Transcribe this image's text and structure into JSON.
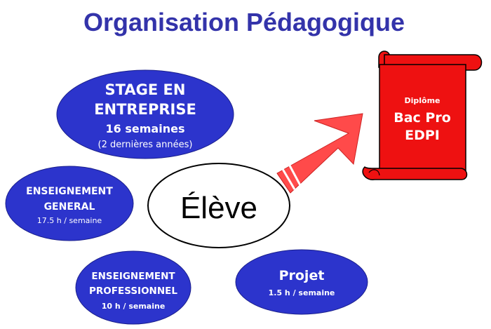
{
  "title": "Organisation Pédagogique",
  "colors": {
    "title": "#3333aa",
    "bubble": "#2c34cc",
    "arrow": "#ff4a4a",
    "scroll": "#ee1111"
  },
  "stage": {
    "line1": "STAGE EN",
    "line2": "ENTREPRISE",
    "line3": "16 semaines",
    "line4": "(2 dernières années)"
  },
  "general": {
    "line1": "ENSEIGNEMENT",
    "line2": "GENERAL",
    "line3": "17.5 h / semaine"
  },
  "center": {
    "label": "Élève"
  },
  "professionnel": {
    "line1": "ENSEIGNEMENT",
    "line2": "PROFESSIONNEL",
    "line3": "10 h / semaine"
  },
  "projet": {
    "line1": "Projet",
    "line2": "1.5 h / semaine"
  },
  "diplome": {
    "label": "Diplôme",
    "line1": "Bac Pro",
    "line2": "EDPI"
  }
}
